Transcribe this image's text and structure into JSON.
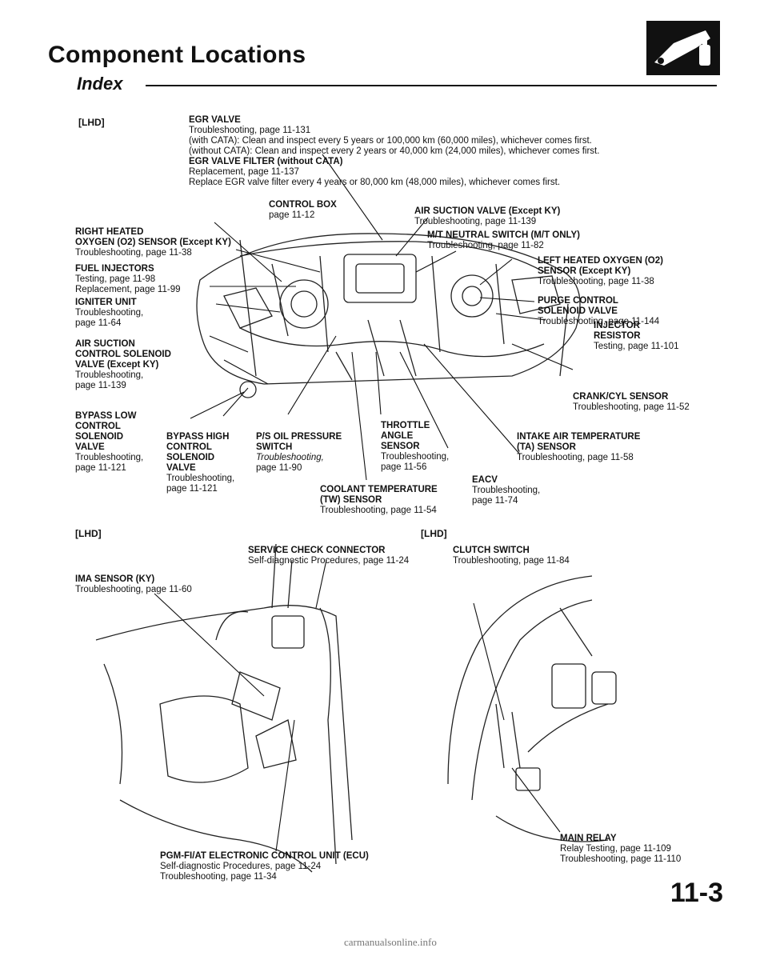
{
  "header": {
    "title": "Component Locations",
    "subtitle": "Index"
  },
  "engine": {
    "region": "[LHD]",
    "egr": {
      "name": "EGR VALVE",
      "l1": "Troubleshooting, page 11-131",
      "l2": "(with CATA): Clean and inspect every 5 years or 100,000 km (60,000 miles), whichever comes first.",
      "l3": "(without CATA): Clean and inspect every 2 years or 40,000 km (24,000 miles), whichever comes first.",
      "filter_name": "EGR VALVE FILTER (without CATA)",
      "l4": "Replacement, page 11-137",
      "l5": "Replace EGR valve filter every 4 years or 80,000 km (48,000 miles), whichever comes first."
    },
    "control_box": {
      "name": "CONTROL BOX",
      "desc": "page 11-12"
    },
    "air_suction_valve": {
      "name": "AIR SUCTION VALVE (Except KY)",
      "desc": "Troubleshooting, page 11-139"
    },
    "right_o2": {
      "name1": "RIGHT HEATED",
      "name2": "OXYGEN (O2) SENSOR (Except KY)",
      "desc": "Troubleshooting, page 11-38"
    },
    "mt_neutral": {
      "name": "M/T NEUTRAL SWITCH (M/T ONLY)",
      "desc": "Troubleshooting, page 11-82"
    },
    "fuel_injectors": {
      "name": "FUEL INJECTORS",
      "desc1": "Testing, page 11-98",
      "desc2": "Replacement, page 11-99"
    },
    "left_o2": {
      "name1": "LEFT HEATED OXYGEN (O2)",
      "name2": "SENSOR (Except KY)",
      "desc": "Troubleshooting, page 11-38"
    },
    "igniter": {
      "name": "IGNITER UNIT",
      "desc1": "Troubleshooting,",
      "desc2": "page 11-64"
    },
    "purge": {
      "name1": "PURGE CONTROL",
      "name2": "SOLENOID VALVE",
      "desc": "Troubleshooting, page 11-144"
    },
    "air_suction_solenoid": {
      "name1": "AIR SUCTION",
      "name2": "CONTROL SOLENOID",
      "name3": "VALVE (Except KY)",
      "desc1": "Troubleshooting,",
      "desc2": "page 11-139"
    },
    "injector_resistor": {
      "name1": "INJECTOR",
      "name2": "RESISTOR",
      "desc": "Testing, page 11-101"
    },
    "crank": {
      "name": "CRANK/CYL SENSOR",
      "desc": "Troubleshooting, page 11-52"
    },
    "bypass_low": {
      "name1": "BYPASS LOW",
      "name2": "CONTROL",
      "name3": "SOLENOID",
      "name4": "VALVE",
      "desc1": "Troubleshooting,",
      "desc2": "page 11-121"
    },
    "bypass_high": {
      "name1": "BYPASS HIGH",
      "name2": "CONTROL",
      "name3": "SOLENOID",
      "name4": "VALVE",
      "desc1": "Troubleshooting,",
      "desc2": "page 11-121"
    },
    "ps_oil": {
      "name1": "P/S OIL PRESSURE",
      "name2": "SWITCH",
      "desc1": "Troubleshooting,",
      "desc2": "page 11-90"
    },
    "throttle": {
      "name1": "THROTTLE",
      "name2": "ANGLE",
      "name3": "SENSOR",
      "desc1": "Troubleshooting,",
      "desc2": "page 11-56"
    },
    "iat": {
      "name1": "INTAKE AIR TEMPERATURE",
      "name2": "(TA) SENSOR",
      "desc": "Troubleshooting, page 11-58"
    },
    "eacv": {
      "name": "EACV",
      "desc1": "Troubleshooting,",
      "desc2": "page 11-74"
    },
    "coolant": {
      "name1": "COOLANT TEMPERATURE",
      "name2": "(TW) SENSOR",
      "desc": "Troubleshooting, page 11-54"
    }
  },
  "interior_left": {
    "region": "[LHD]",
    "service_check": {
      "name": "SERVICE CHECK CONNECTOR",
      "desc": "Self-diagnostic Procedures, page 11-24"
    },
    "ima": {
      "name": "IMA SENSOR (KY)",
      "desc": "Troubleshooting, page 11-60"
    },
    "ecu": {
      "name": "PGM-FI/AT ELECTRONIC CONTROL UNIT (ECU)",
      "desc1": "Self-diagnostic Procedures, page 11-24",
      "desc2": "Troubleshooting, page 11-34"
    }
  },
  "interior_right": {
    "region": "[LHD]",
    "clutch": {
      "name": "CLUTCH SWITCH",
      "desc": "Troubleshooting, page 11-84"
    },
    "main_relay": {
      "name": "MAIN RELAY",
      "desc1": "Relay Testing, page 11-109",
      "desc2": "Troubleshooting, page 11-110"
    }
  },
  "page_number": "11-3",
  "watermark": "carmanualsonline.info"
}
